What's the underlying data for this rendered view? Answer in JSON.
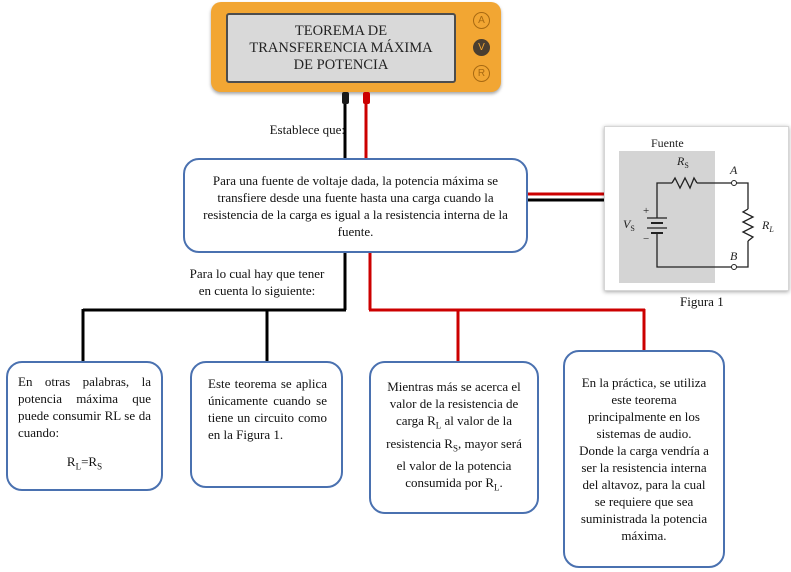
{
  "meter": {
    "screen_lines": [
      "TEOREMA DE",
      "TRANSFERENCIA MÁXIMA",
      "DE POTENCIA"
    ],
    "buttons": [
      "A",
      "V",
      "R"
    ],
    "active_button": "V"
  },
  "labels": {
    "establece": "Establece que:",
    "para_lo_cual_1": "Para lo cual hay que tener",
    "para_lo_cual_2": "en cuenta lo siguiente:"
  },
  "main_box": {
    "text": "Para una fuente de voltaje dada, la potencia máxima se transfiere desde una fuente hasta una carga cuando la resistencia de la carga es igual a la resistencia interna de la fuente."
  },
  "box1": {
    "text": "En otras palabras, la potencia máxima que puede consumir RL se da cuando:",
    "formula_r1": "R",
    "formula_s1": "L",
    "formula_eq": "=R",
    "formula_s2": "S"
  },
  "box2": {
    "text": "Este teorema se aplica únicamente cuando se tiene un circuito como en la Figura 1."
  },
  "box3": {
    "t1": "Mientras más se acerca el valor de la resistencia de carga R",
    "s1": "L",
    "t2": " al valor de la resistencia R",
    "s2": "S",
    "t3": ", mayor será el valor de la potencia consumida por R",
    "s3": "L",
    "t4": "."
  },
  "box4": {
    "text": "En la práctica, se utiliza este teorema principalmente en los sistemas de audio. Donde la carga vendría a ser la resistencia interna del altavoz, para la cual se requiere que sea suministrada la potencia máxima."
  },
  "figure": {
    "title": "Fuente",
    "rs": "R",
    "rs_sub": "S",
    "node_a": "A",
    "node_b": "B",
    "vs": "V",
    "vs_sub": "S",
    "rl": "R",
    "rl_sub": "L",
    "plus": "+",
    "minus": "−",
    "caption": "Figura 1"
  },
  "colors": {
    "meter_body": "#f2a633",
    "box_border": "#4a71b0",
    "wire_red": "#cc0000",
    "wire_black": "#000000",
    "source_shade": "#d4d4d4"
  }
}
